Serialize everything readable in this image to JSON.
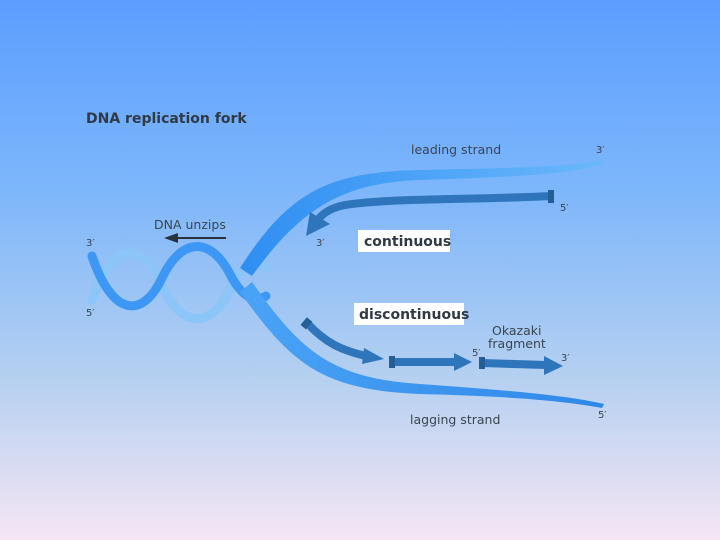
{
  "diagram": {
    "title": "DNA replication fork",
    "leading_strand": "leading strand",
    "lagging_strand": "lagging strand",
    "dna_unzips": "DNA unzips",
    "continuous": "continuous",
    "discontinuous": "discontinuous",
    "okazaki_line1": "Okazaki",
    "okazaki_line2": "fragment",
    "ends": {
      "left_top": "3′",
      "left_bottom": "5′",
      "leading_right": "3′",
      "new_leading_start": "5′",
      "new_leading_end": "3′",
      "okazaki_start": "5′",
      "okazaki_end": "3′",
      "lagging_right": "5′"
    },
    "colors": {
      "parent_strand": "#3d98f5",
      "helix_light": "#8cc5f8",
      "new_strand": "#2f75bb",
      "arrow_dark": "#2a323c",
      "label_box": "#ffffff"
    }
  }
}
